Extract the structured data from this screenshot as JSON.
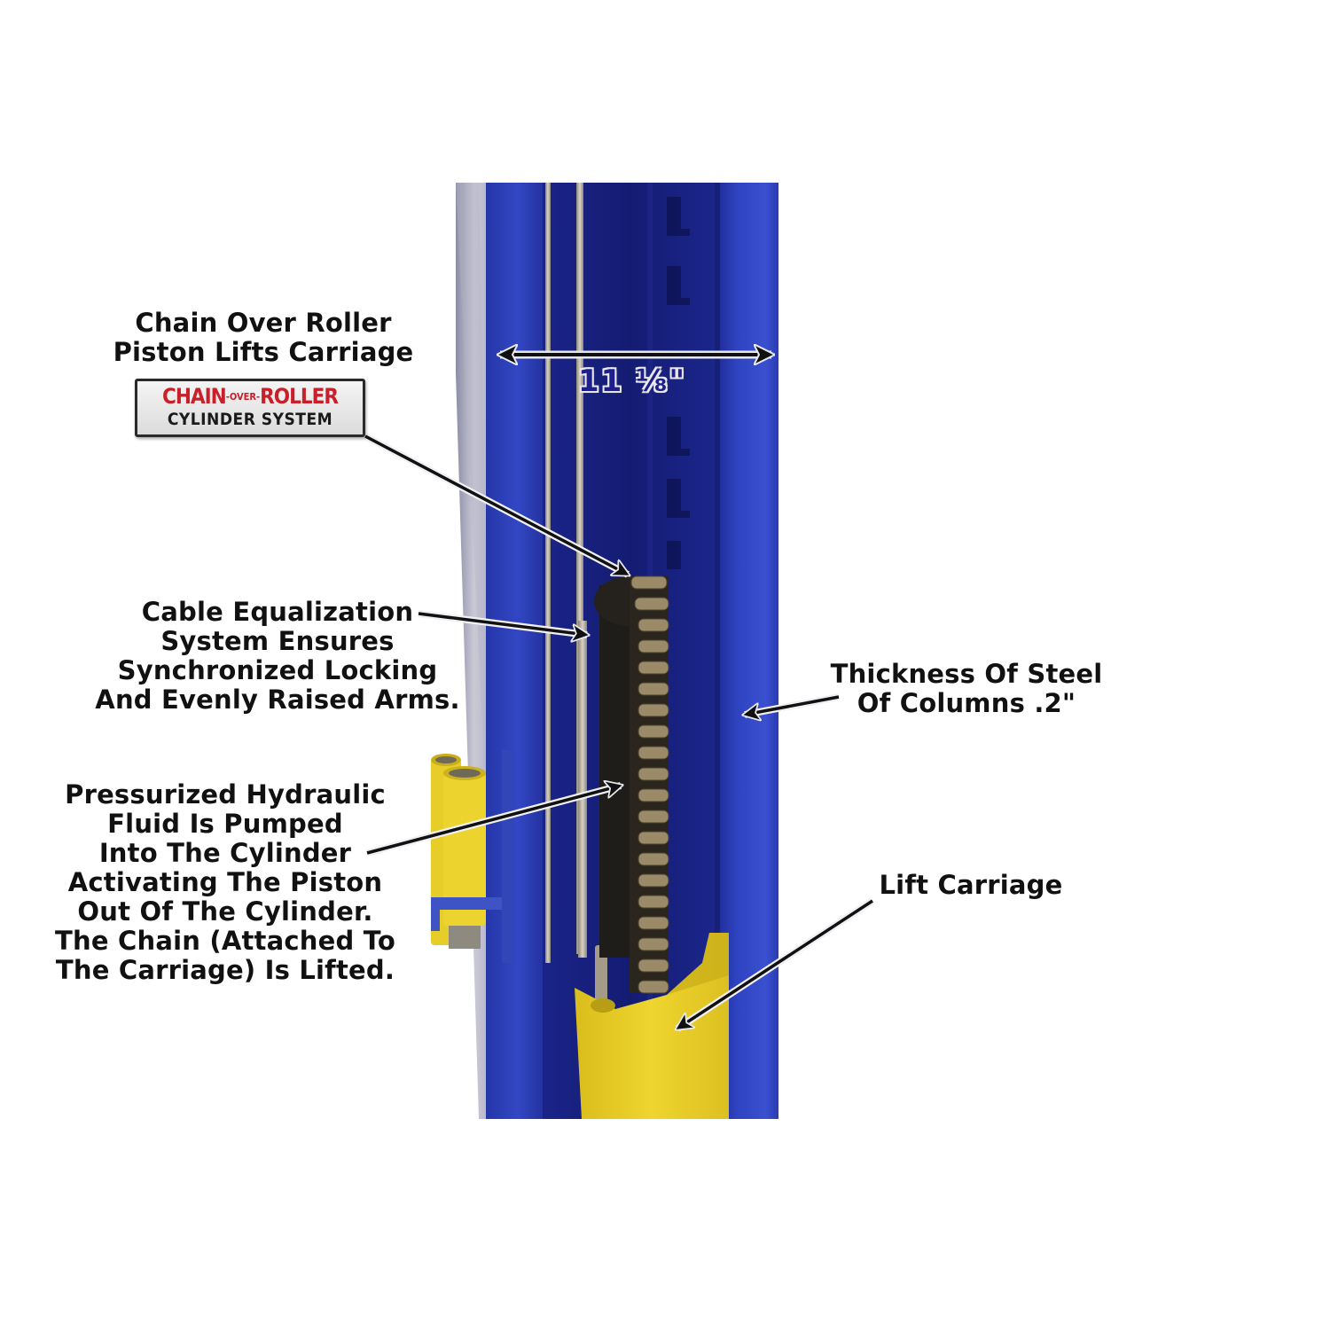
{
  "diagram": {
    "subject": "Two-post lift column cutaway",
    "colors": {
      "background": "#ffffff",
      "column_blue": "#2d3fb8",
      "column_dark_blue": "#141c6e",
      "column_side_gray": "#b9b9c9",
      "carriage_yellow": "#e8cf2a",
      "chain_bronze": "#8a7a5c",
      "cable_gray": "#bdb5a6",
      "badge_red": "#c8202a",
      "text": "#111111"
    },
    "callouts": {
      "chain_over_roller": {
        "lines": [
          "Chain Over Roller",
          "Piston Lifts Carriage"
        ]
      },
      "badge": {
        "top_left": "CHAIN",
        "top_mid": "-OVER-",
        "top_right": "ROLLER",
        "bottom": "CYLINDER SYSTEM"
      },
      "cable_equalization": {
        "lines": [
          "Cable Equalization",
          "System Ensures",
          "Synchronized Locking",
          "And Evenly Raised Arms."
        ]
      },
      "hydraulic": {
        "lines": [
          "Pressurized Hydraulic",
          "Fluid Is Pumped",
          "Into The Cylinder",
          "Activating The Piston",
          "Out Of The Cylinder.",
          "The Chain (Attached To",
          "The Carriage) Is Lifted."
        ]
      },
      "steel_thickness": {
        "lines": [
          "Thickness Of Steel",
          "Of Columns .2\""
        ]
      },
      "lift_carriage": {
        "lines": [
          "Lift Carriage"
        ]
      }
    },
    "dimension": {
      "label": "11 1/8\"",
      "display": "11 ⅛\""
    }
  }
}
